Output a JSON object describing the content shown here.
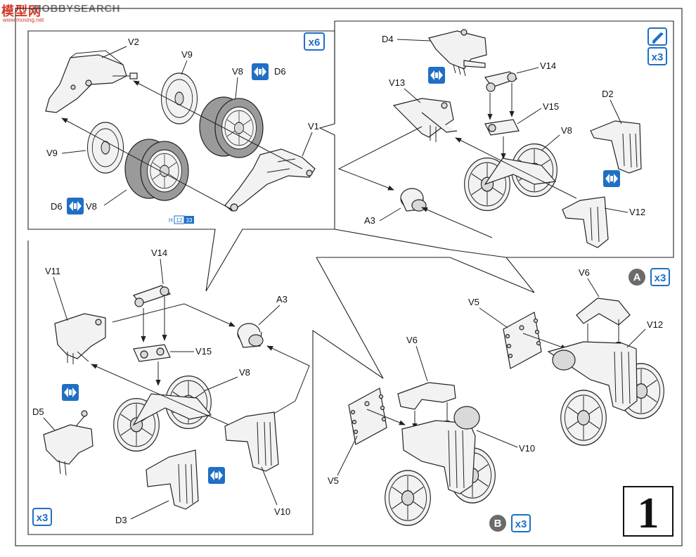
{
  "watermark": {
    "cn": "模型网",
    "en": "HOBBYSEARCH",
    "url": "www.moxing.net"
  },
  "step_number": "1",
  "panel_top_left": {
    "qty": "x6",
    "labels": {
      "v2": "V2",
      "v9_top": "V9",
      "v8_top": "V8",
      "d6_top": "D6",
      "v1": "V1",
      "v9_left": "V9",
      "d6_bottom": "D6",
      "v8_bottom": "V8"
    },
    "hint": {
      "prefix": "H",
      "n1": "12",
      "n2": "33"
    }
  },
  "panel_top_right": {
    "qty": "x3",
    "labels": {
      "d4": "D4",
      "v14": "V14",
      "v13": "V13",
      "v15": "V15",
      "v8": "V8",
      "d2": "D2",
      "a3": "A3",
      "v12": "V12"
    }
  },
  "panel_bottom_left": {
    "qty": "x3",
    "labels": {
      "v14": "V14",
      "v11": "V11",
      "a3": "A3",
      "v15": "V15",
      "v8": "V8",
      "d5": "D5",
      "d3": "D3",
      "v10": "V10"
    }
  },
  "panel_bottom_right": {
    "variant_a": {
      "letter": "A",
      "qty": "x3"
    },
    "variant_b": {
      "letter": "B",
      "qty": "x3"
    },
    "labels": {
      "v6_a": "V6",
      "v5_a": "V5",
      "v12": "V12",
      "v6_b": "V6",
      "v5_b": "V5",
      "v10": "V10"
    }
  },
  "colors": {
    "accent_blue": "#1f6fc4",
    "badge_grey": "#6b6b6b",
    "watermark_red": "#d23a2a"
  },
  "icons": [
    "glue-icon",
    "attach-icon"
  ]
}
